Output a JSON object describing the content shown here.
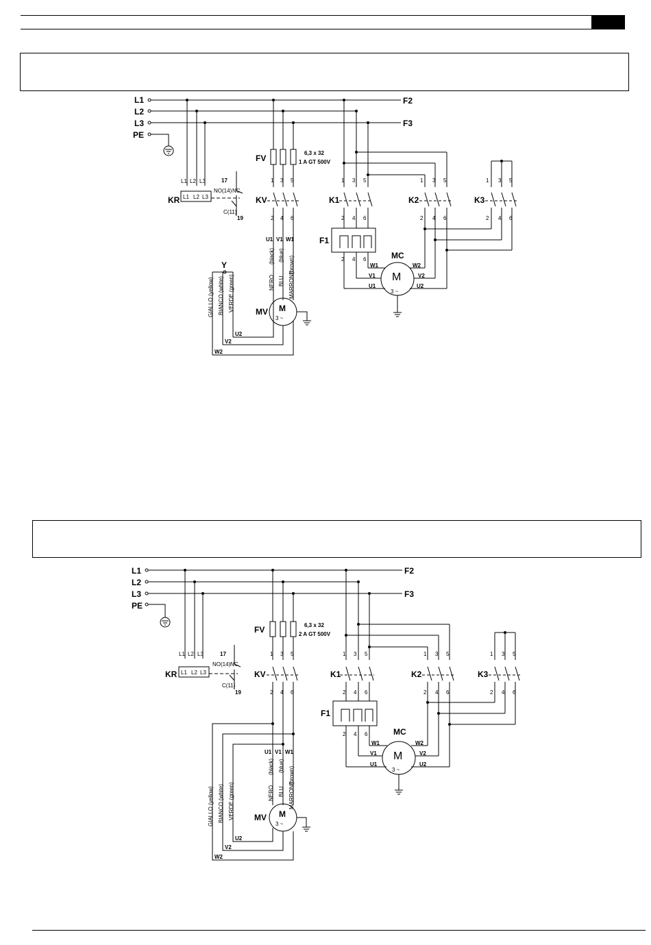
{
  "diagrams": [
    {
      "fuse_size": "6,3 x 32",
      "fuse_rating": "1 A GT 500V"
    },
    {
      "fuse_size": "6,3 x 32",
      "fuse_rating": "2 A GT 500V"
    }
  ],
  "labels": {
    "L1": "L1",
    "L2": "L2",
    "L3": "L3",
    "PE": "PE",
    "F2": "F2",
    "F3": "F3",
    "FV": "FV",
    "KR": "KR",
    "KV": "KV",
    "K1": "K1",
    "K2": "K2",
    "K3": "K3",
    "F1": "F1",
    "MC": "MC",
    "MV": "MV",
    "Y": "Y",
    "M": "M",
    "three_phase": "3 ~",
    "kr_contact_17": "17",
    "kr_contact_no": "NO(14)",
    "kr_contact_nc": "NC",
    "kr_contact_c": "C(11)",
    "kr_contact_19": "19",
    "t1": "1",
    "t2": "2",
    "t3": "3",
    "t4": "4",
    "t5": "5",
    "t6": "6",
    "U1": "U1",
    "V1": "V1",
    "W1": "W1",
    "U2": "U2",
    "V2": "V2",
    "W2": "W2",
    "nero": "NERO",
    "blu": "BLU",
    "marrone": "MARRONE",
    "black": "(black)",
    "blue": "(blue)",
    "brown": "(brown)",
    "giallo": "GIALLO (yellow)",
    "bianco": "BIANCO (white)",
    "verde": "VERDE (green)"
  }
}
